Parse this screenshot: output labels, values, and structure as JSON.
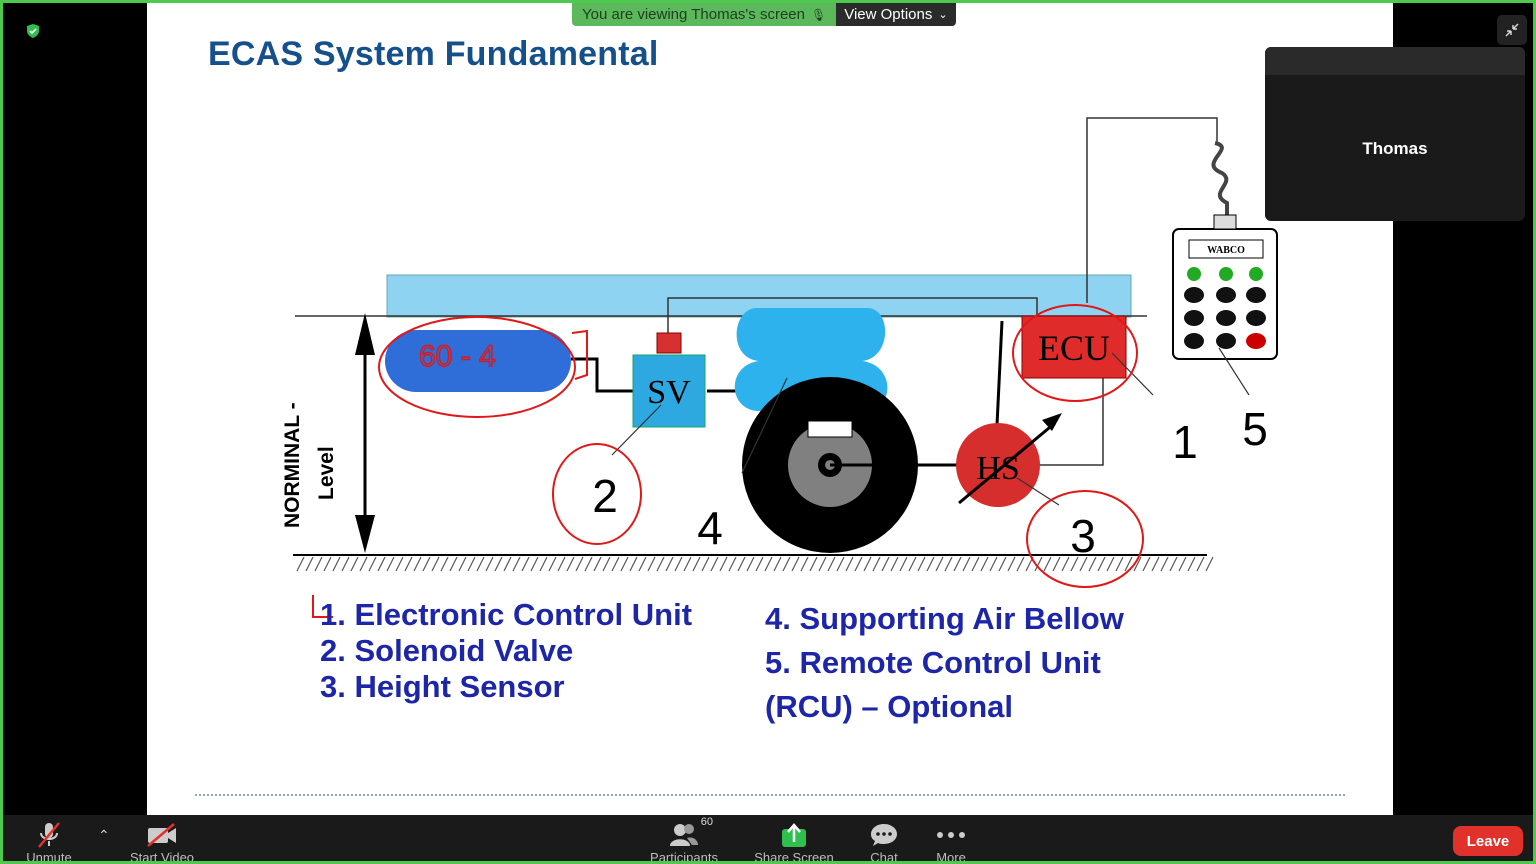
{
  "banner": {
    "viewing_text": "You are viewing Thomas's screen",
    "view_options": "View Options"
  },
  "slide": {
    "title": "ECAS System Fundamental",
    "diagram": {
      "ecu_label": "ECU",
      "sv_label": "SV",
      "hs_label": "HS",
      "rcu_brand": "WABCO",
      "nominal_label_1": "NORMINAL -",
      "nominal_label_2": "Level",
      "num_1": "1",
      "num_2": "2",
      "num_3": "3",
      "num_4": "4",
      "num_5": "5",
      "annotation_tank": "60 - 4"
    },
    "legend_left": [
      "1. Electronic Control Unit",
      "2. Solenoid Valve",
      "3. Height Sensor"
    ],
    "legend_right": [
      "4. Supporting Air Bellow",
      "5. Remote Control Unit",
      "(RCU) – Optional"
    ]
  },
  "participant": {
    "name": "Thomas"
  },
  "toolbar": {
    "unmute": "Unmute",
    "start_video": "Start Video",
    "participants": "Participants",
    "participants_count": "60",
    "share_screen": "Share Screen",
    "chat": "Chat",
    "more": "More",
    "leave": "Leave"
  },
  "colors": {
    "accent_green": "#4ec94e",
    "leave_red": "#e0322b",
    "title_blue": "#16508a",
    "legend_blue": "#1e26a8"
  }
}
